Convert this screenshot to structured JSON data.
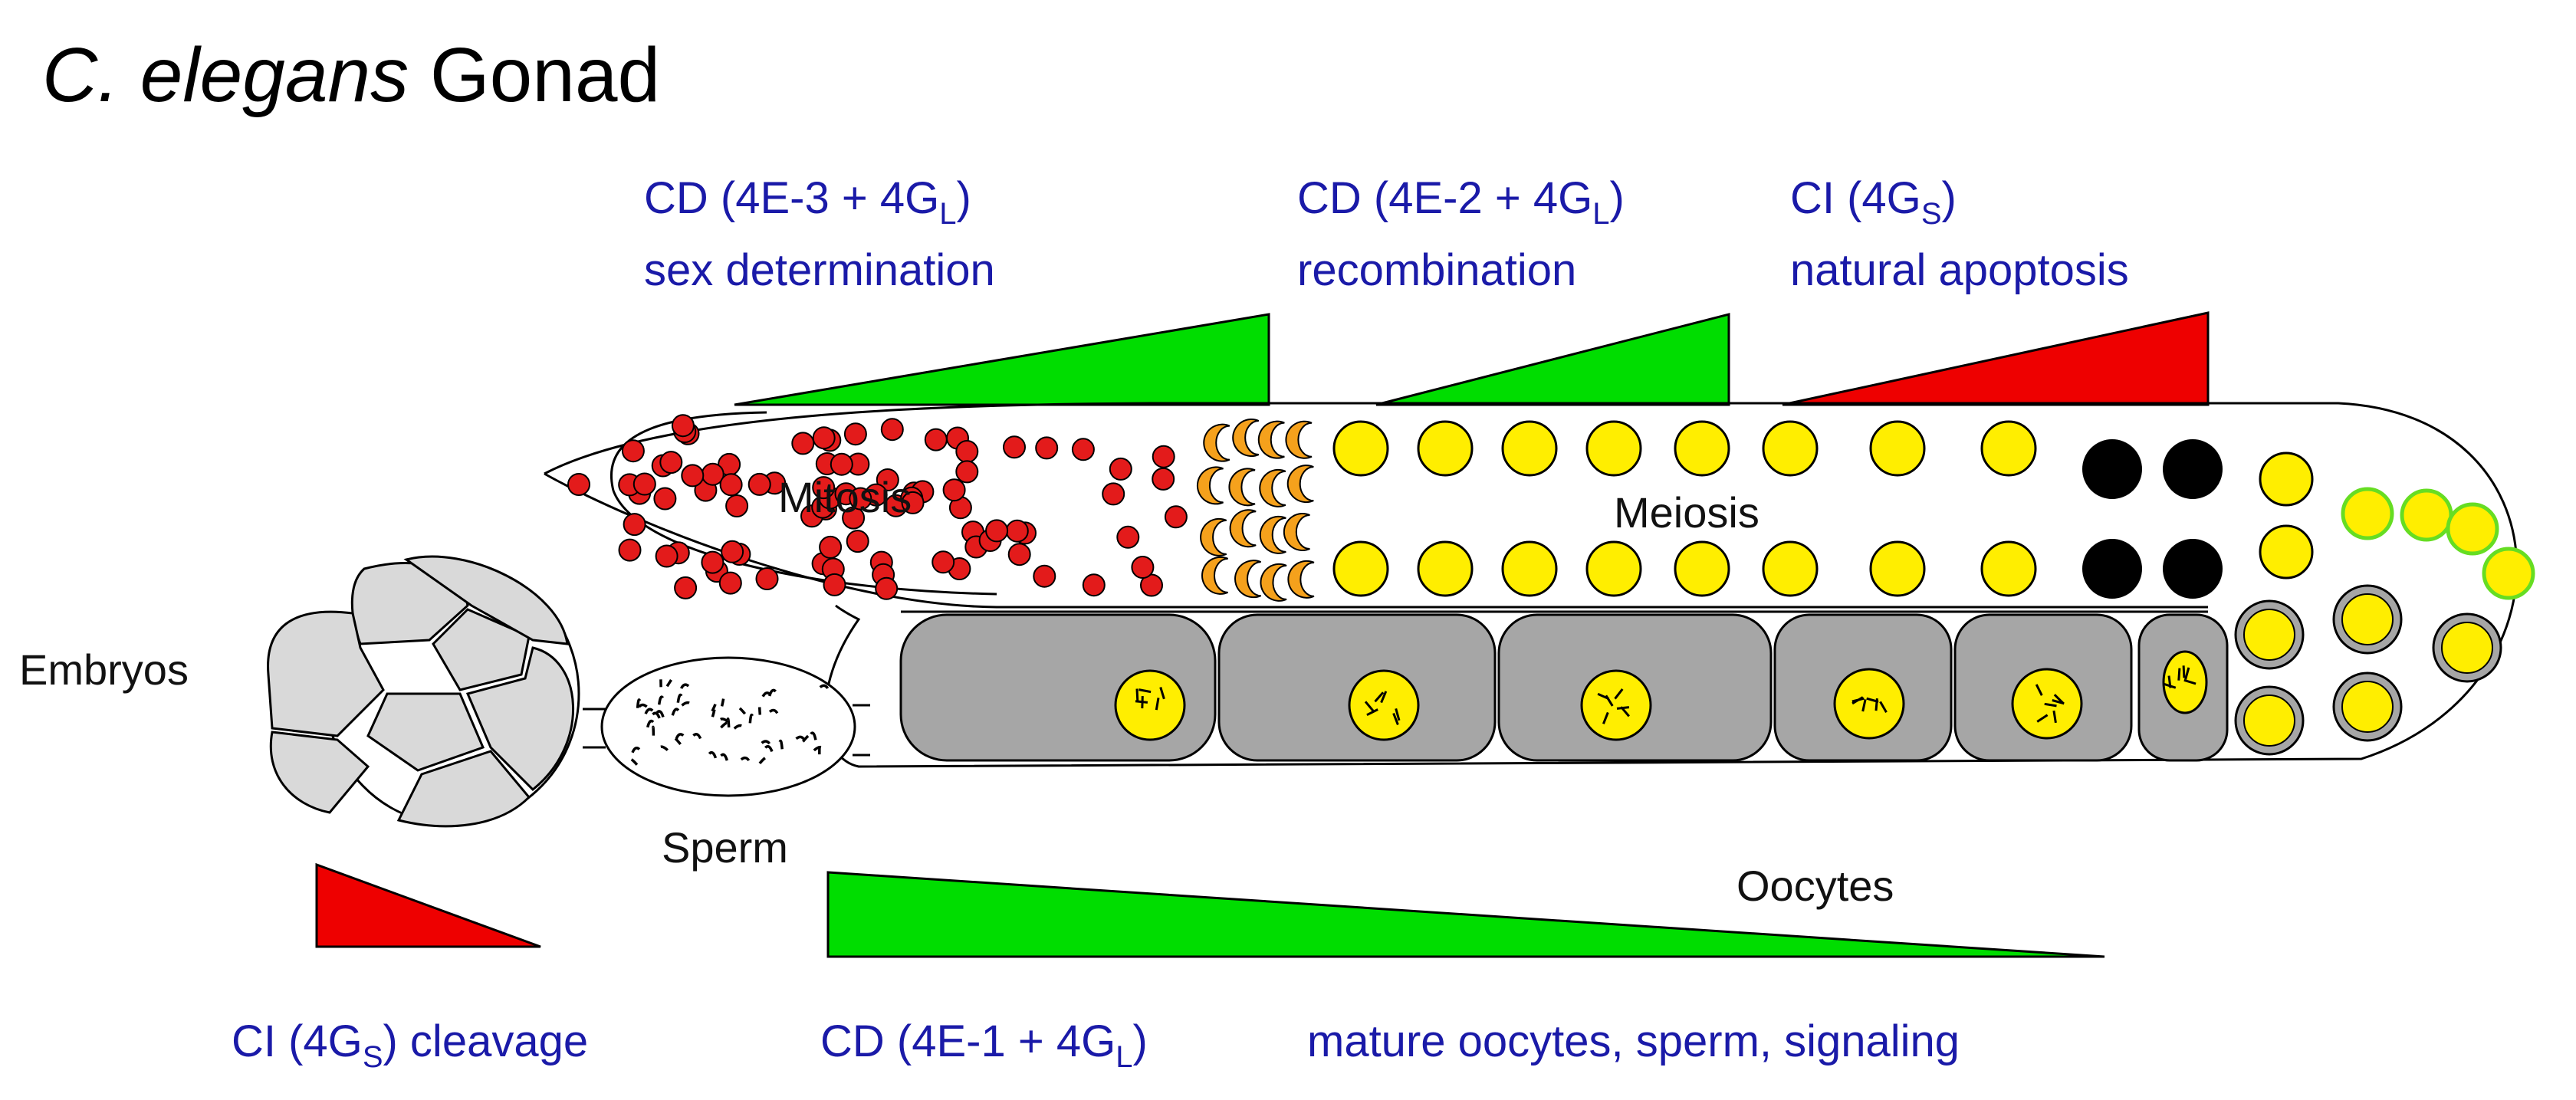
{
  "title": {
    "italic": "C. elegans",
    "rest": " Gonad"
  },
  "labels": {
    "top1_line1_a": "CD (4E-3 + 4G",
    "top1_sub": "L",
    "top1_line1_b": ")",
    "top1_line2": "sex determination",
    "top2_line1_a": "CD (4E-2 + 4G",
    "top2_sub": "L",
    "top2_line1_b": ")",
    "top2_line2": "recombination",
    "top3_line1_a": "CI (4G",
    "top3_sub": "S",
    "top3_line1_b": ")",
    "top3_line2": "natural apoptosis",
    "mitosis": "Mitosis",
    "meiosis": "Meiosis",
    "embryos": "Embryos",
    "sperm": "Sperm",
    "oocytes": "Oocytes",
    "bottom1_a": "CI (4G",
    "bottom1_sub": "S",
    "bottom1_b": ") cleavage",
    "bottom2_a": "CD (4E-1 + 4G",
    "bottom2_sub": "L",
    "bottom2_b": ")",
    "bottom3": "mature oocytes, sperm, signaling"
  },
  "colors": {
    "cd_wedge": "#00dd00",
    "ci_wedge": "#ee0000",
    "mitotic_nucleus": "#e31b1b",
    "transition_nucleus": "#f5a11c",
    "meiotic_nucleus": "#ffee00",
    "apoptotic_nucleus": "#000000",
    "oocyte_cytoplasm": "#a6a6a6",
    "embryo_cell": "#d9d9d9",
    "text_blue": "#1a1aa8"
  }
}
